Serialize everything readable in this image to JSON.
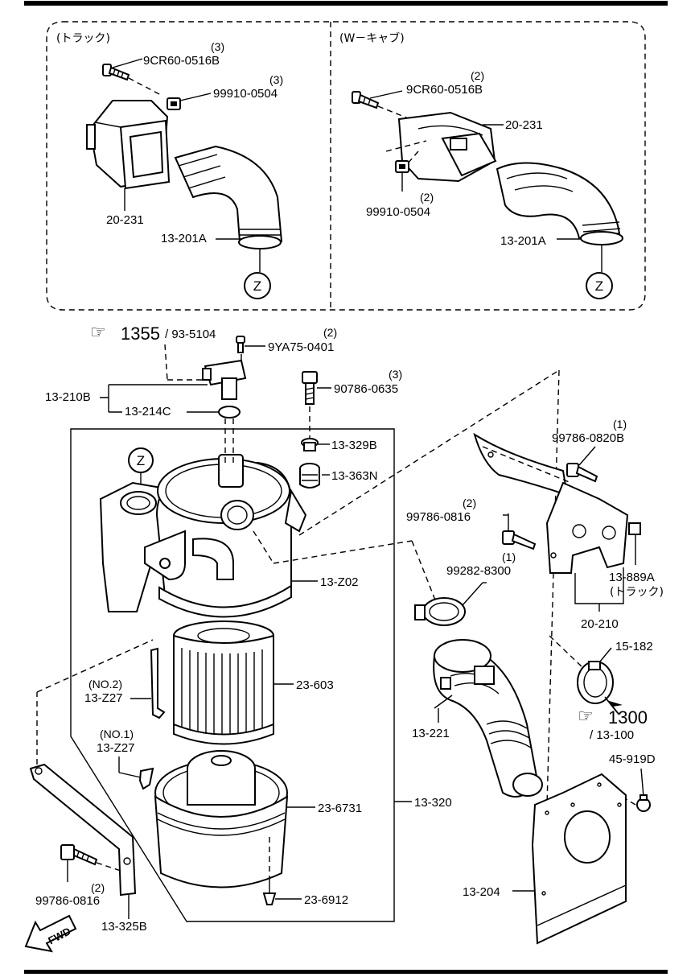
{
  "truck_panel": {
    "title": "(トラック)",
    "items": [
      {
        "part": "9CR60-0516B",
        "qty": "(3)"
      },
      {
        "part": "99910-0504",
        "qty": "(3)"
      },
      {
        "part": "20-231",
        "qty": ""
      },
      {
        "part": "13-201A",
        "qty": ""
      }
    ],
    "ref": "Z"
  },
  "wcab_panel": {
    "title": "(W－キャブ)",
    "items": [
      {
        "part": "9CR60-0516B",
        "qty": "(2)"
      },
      {
        "part": "20-231",
        "qty": ""
      },
      {
        "part": "99910-0504",
        "qty": "(2)"
      },
      {
        "part": "13-201A",
        "qty": ""
      }
    ],
    "ref": "Z"
  },
  "main": {
    "see_ref_1": {
      "arrow": "☞",
      "page": "1355",
      "sub": "/ 93-5104"
    },
    "see_ref_2": {
      "arrow": "☞",
      "page": "1300",
      "sub": "/ 13-100"
    },
    "ref_z": "Z",
    "labels": {
      "p9ya75": "9YA75-0401",
      "p9ya75_qty": "(2)",
      "p90786": "90786-0635",
      "p90786_qty": "(3)",
      "p13210b": "13-210B",
      "p13214c": "13-214C",
      "p13329b": "13-329B",
      "p13363n": "13-363N",
      "p99786_0820b": "99786-0820B",
      "p99786_0820b_qty": "(1)",
      "p99786_0816_r": "99786-0816",
      "p99786_0816_r_qty": "(2)",
      "p99282": "99282-8300",
      "p99282_qty": "(1)",
      "p13z02": "13-Z02",
      "p13889a": "13-889A",
      "p13889a_note": "(トラック)",
      "p20210": "20-210",
      "p15182": "15-182",
      "p23603": "23-603",
      "p13z27_2_no": "(NO.2)",
      "p13z27_2": "13-Z27",
      "p13z27_1_no": "(NO.1)",
      "p13z27_1": "13-Z27",
      "p13221": "13-221",
      "p45919d": "45-919D",
      "p236731": "23-6731",
      "p13320": "13-320",
      "p99786_0816_l": "99786-0816",
      "p99786_0816_l_qty": "(2)",
      "p236912": "23-6912",
      "p13204": "13-204",
      "p13325b": "13-325B",
      "fwd": "FWD"
    }
  }
}
